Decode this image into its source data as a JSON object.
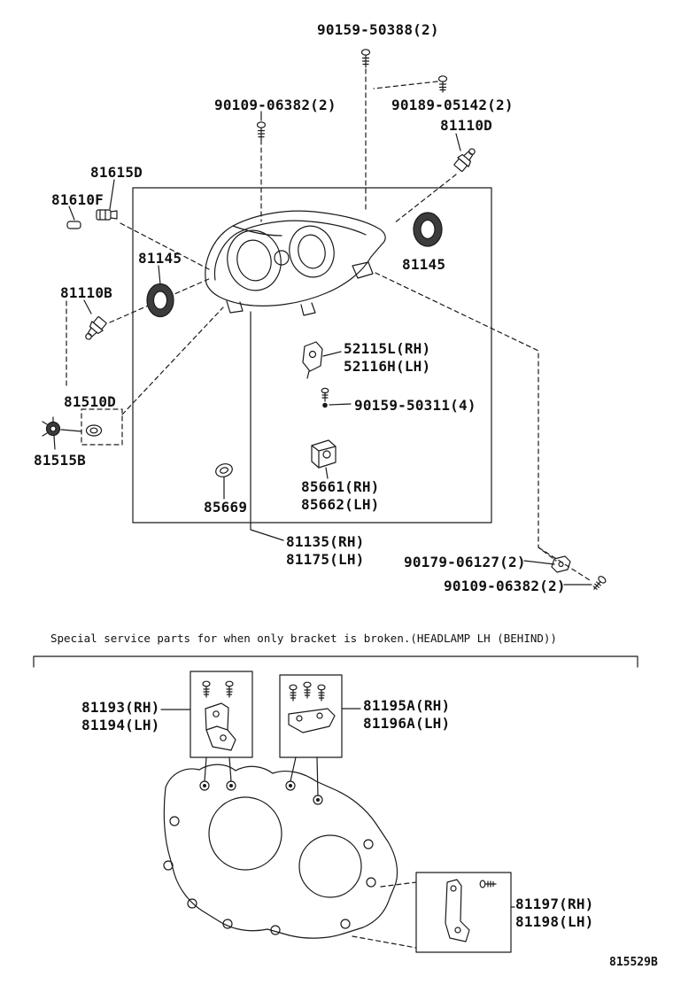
{
  "colors": {
    "ink": "#1a1a1a",
    "seal_fill": "#3c3c3c",
    "background": "#ffffff"
  },
  "callouts": {
    "screw_90159_50388": "90159-50388(2)",
    "screw_90109_06382_top": "90109-06382(2)",
    "screw_90189_05142": "90189-05142(2)",
    "bulb_81110d": "81110D",
    "part_81615d": "81615D",
    "part_81610f": "81610F",
    "seal_81145_left": "81145",
    "seal_81145_right": "81145",
    "bulb_81110b": "81110B",
    "bracket_52115l": "52115L(RH)",
    "bracket_52116h": "52116H(LH)",
    "screw_90159_50311": "90159-50311(4)",
    "part_81510d": "81510D",
    "part_81515b": "81515B",
    "unit_85661": "85661(RH)",
    "unit_85662": "85662(LH)",
    "seal_85669": "85669",
    "headlamp_81135": "81135(RH)",
    "headlamp_81175": "81175(LH)",
    "nut_90179_06127": "90179-06127(2)",
    "screw_90109_06382_bottom": "90109-06382(2)"
  },
  "service": {
    "note": "Special service parts for when only bracket is broken.(HEADLAMP LH (BEHIND))",
    "bracket_81193": "81193(RH)",
    "bracket_81194": "81194(LH)",
    "bracket_81195a": "81195A(RH)",
    "bracket_81196a": "81196A(LH)",
    "bracket_81197": "81197(RH)",
    "bracket_81198": "81198(LH)"
  },
  "footer": {
    "code": "815529B"
  }
}
